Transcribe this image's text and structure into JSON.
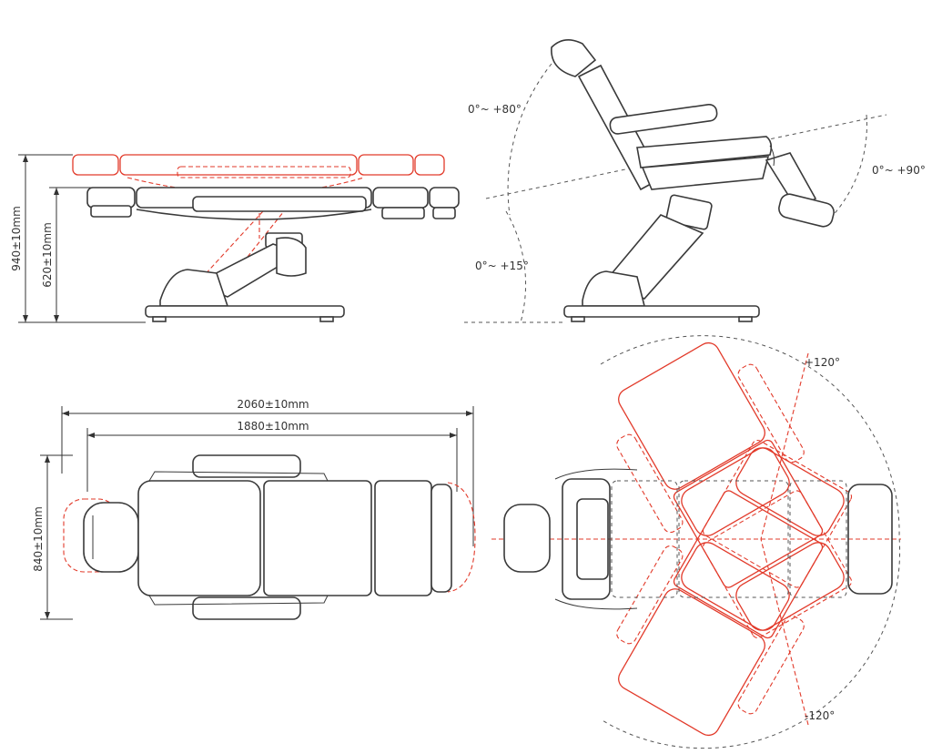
{
  "colors": {
    "outline": "#3a3a3a",
    "motion_overlay": "#e23a2a",
    "dimension": "#333333",
    "background": "#ffffff"
  },
  "side_view": {
    "height_max": "940±10mm",
    "height_min": "620±10mm"
  },
  "recline_view": {
    "backrest_angle": "0°~ +80°",
    "legrest_angle": "0°~ +90°",
    "tilt_angle": "0°~ +15°"
  },
  "top_view": {
    "overall_length": "2060±10mm",
    "inner_length": "1880±10mm",
    "width": "840±10mm"
  },
  "rotation_view": {
    "rotate_plus": "+120°",
    "rotate_minus": "-120°"
  }
}
